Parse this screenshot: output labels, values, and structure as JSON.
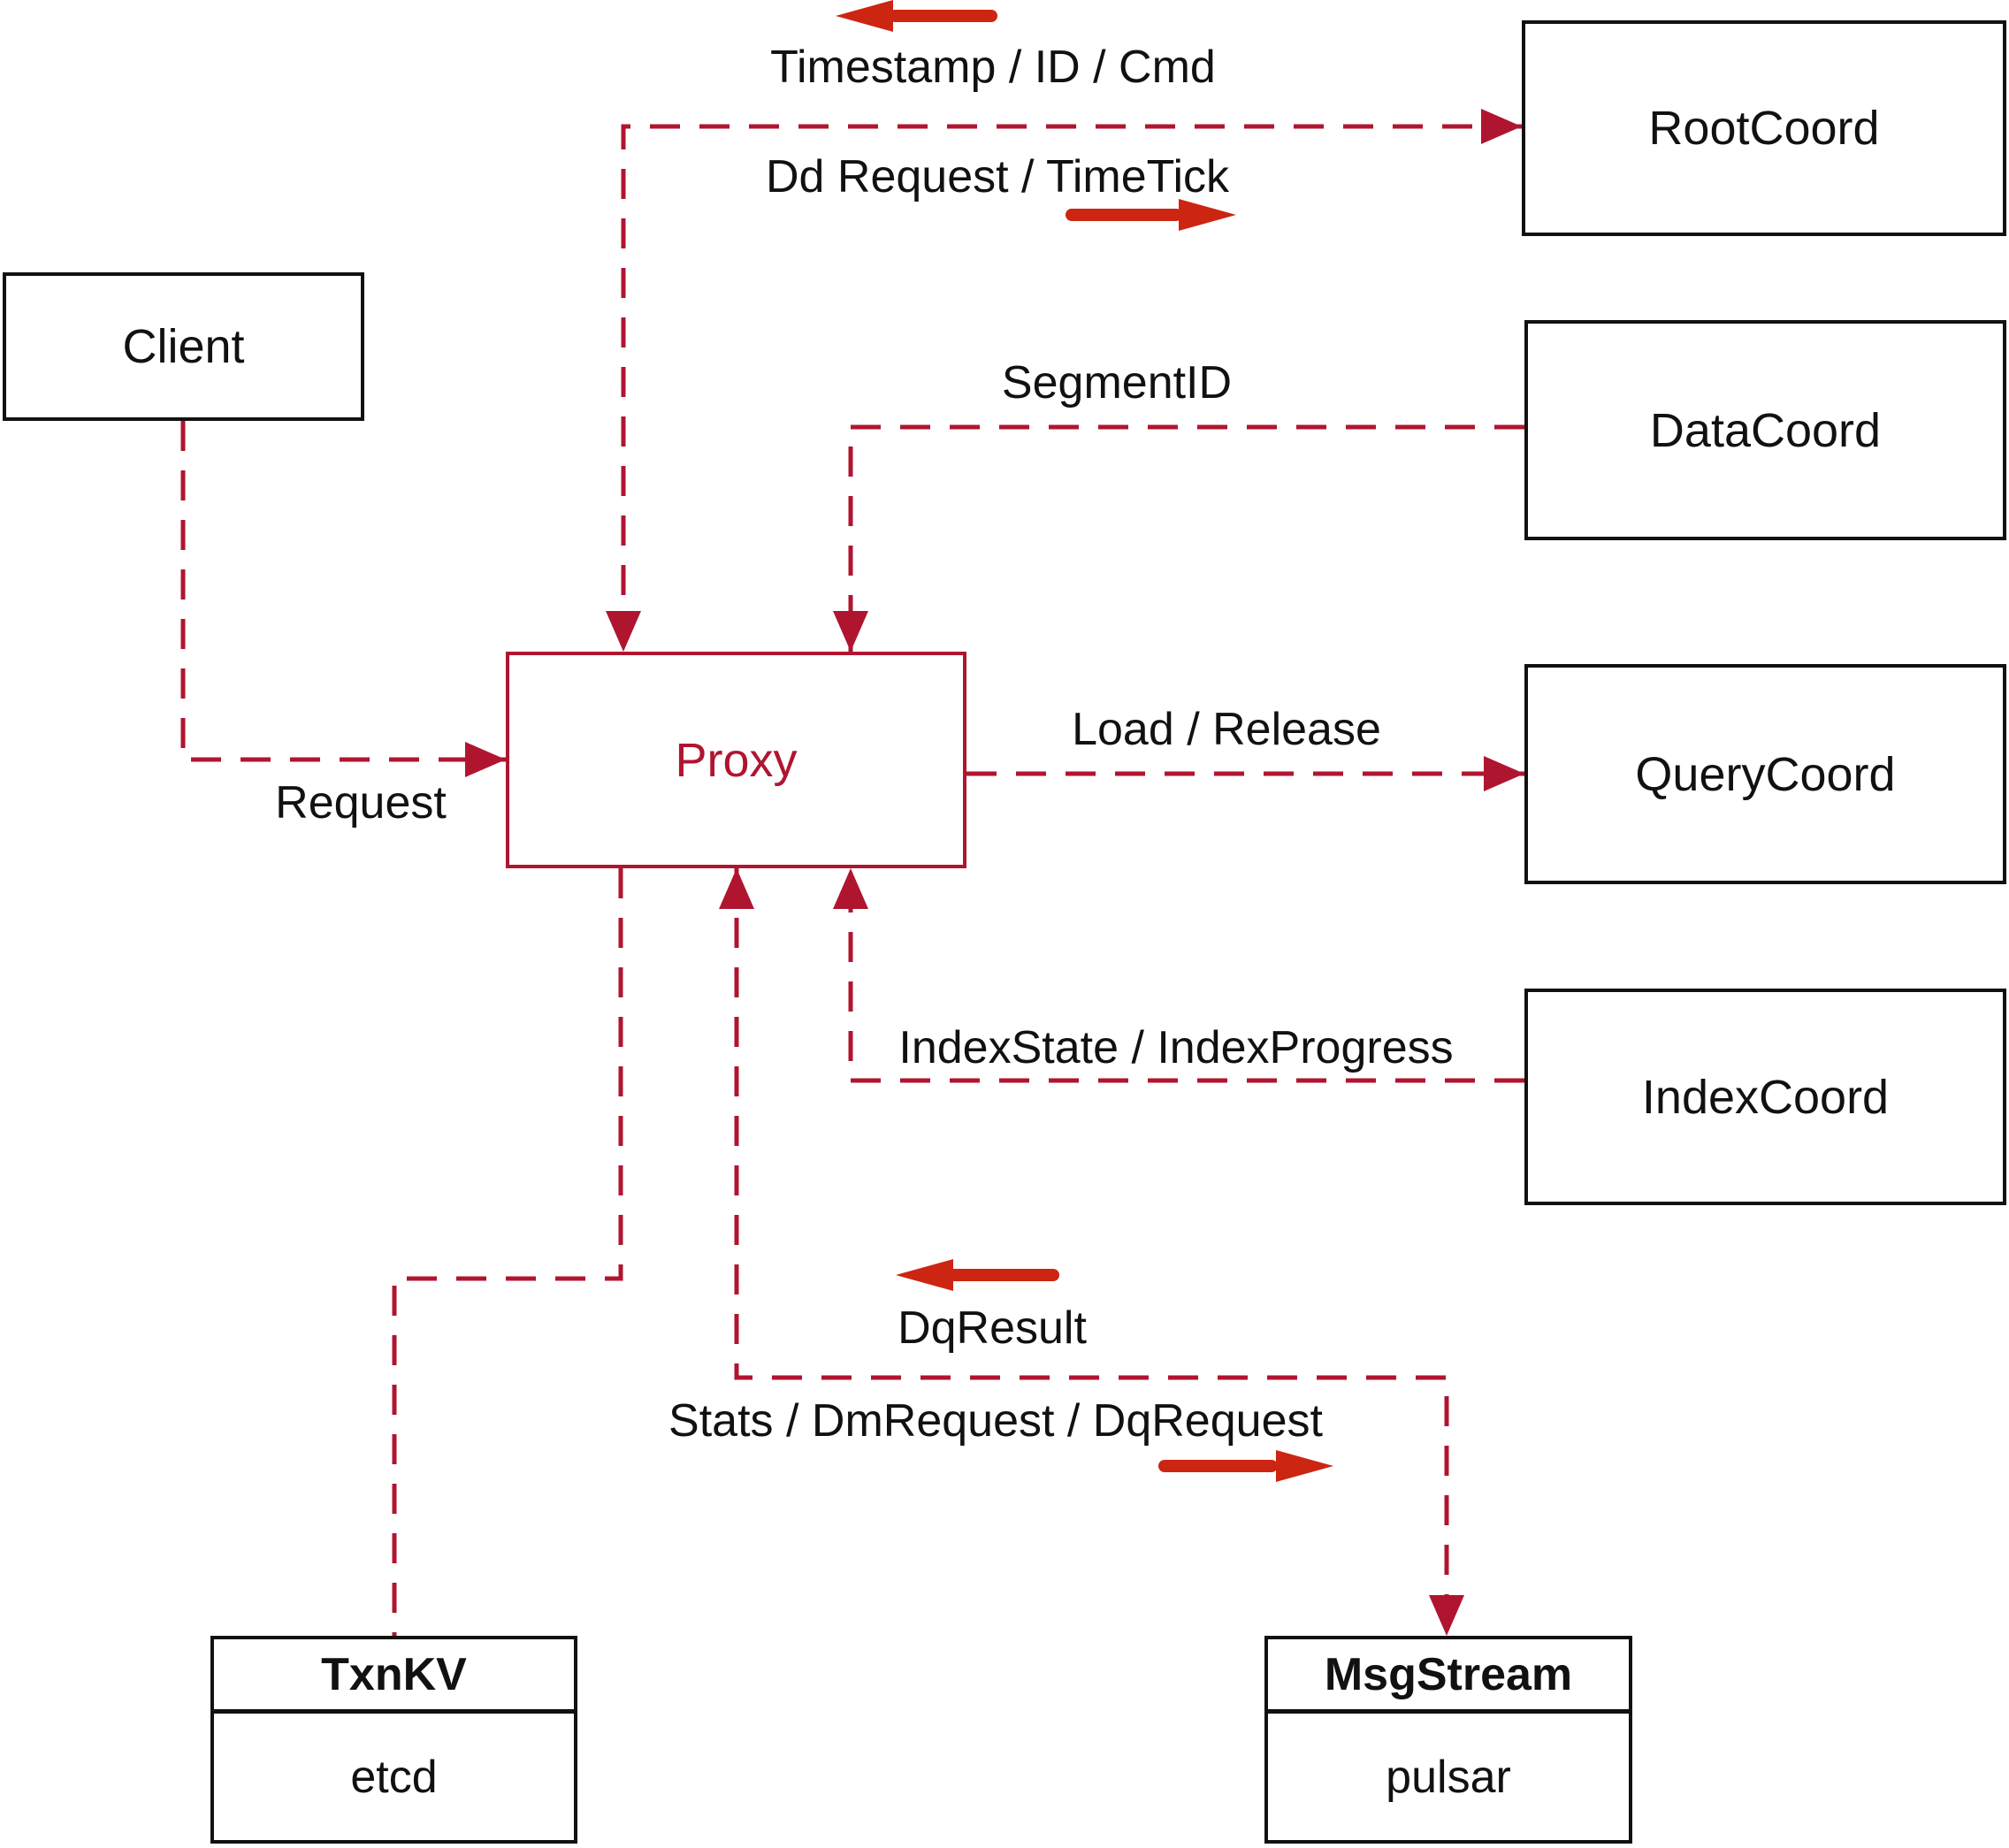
{
  "nodes": {
    "client": {
      "label": "Client"
    },
    "proxy": {
      "label": "Proxy"
    },
    "root_coord": {
      "label": "RootCoord"
    },
    "data_coord": {
      "label": "DataCoord"
    },
    "query_coord": {
      "label": "QueryCoord"
    },
    "index_coord": {
      "label": "IndexCoord"
    },
    "txn_kv": {
      "title": "TxnKV",
      "subtitle": "etcd"
    },
    "msg_stream": {
      "title": "MsgStream",
      "subtitle": "pulsar"
    }
  },
  "edge_labels": {
    "timestamp_id_cmd": "Timestamp / ID / Cmd",
    "dd_request_timetick": "Dd Request / TimeTick",
    "request": "Request",
    "segment_id": "SegmentID",
    "load_release": "Load / Release",
    "index_state": "IndexState / IndexProgress",
    "dq_result": "DqResult",
    "stats_dm_dq": "Stats / DmRequest / DqRequest"
  },
  "colors": {
    "dashed_line_red": "#b01530",
    "solid_arrow_red": "#cc2511",
    "box_border_black": "#111111"
  }
}
